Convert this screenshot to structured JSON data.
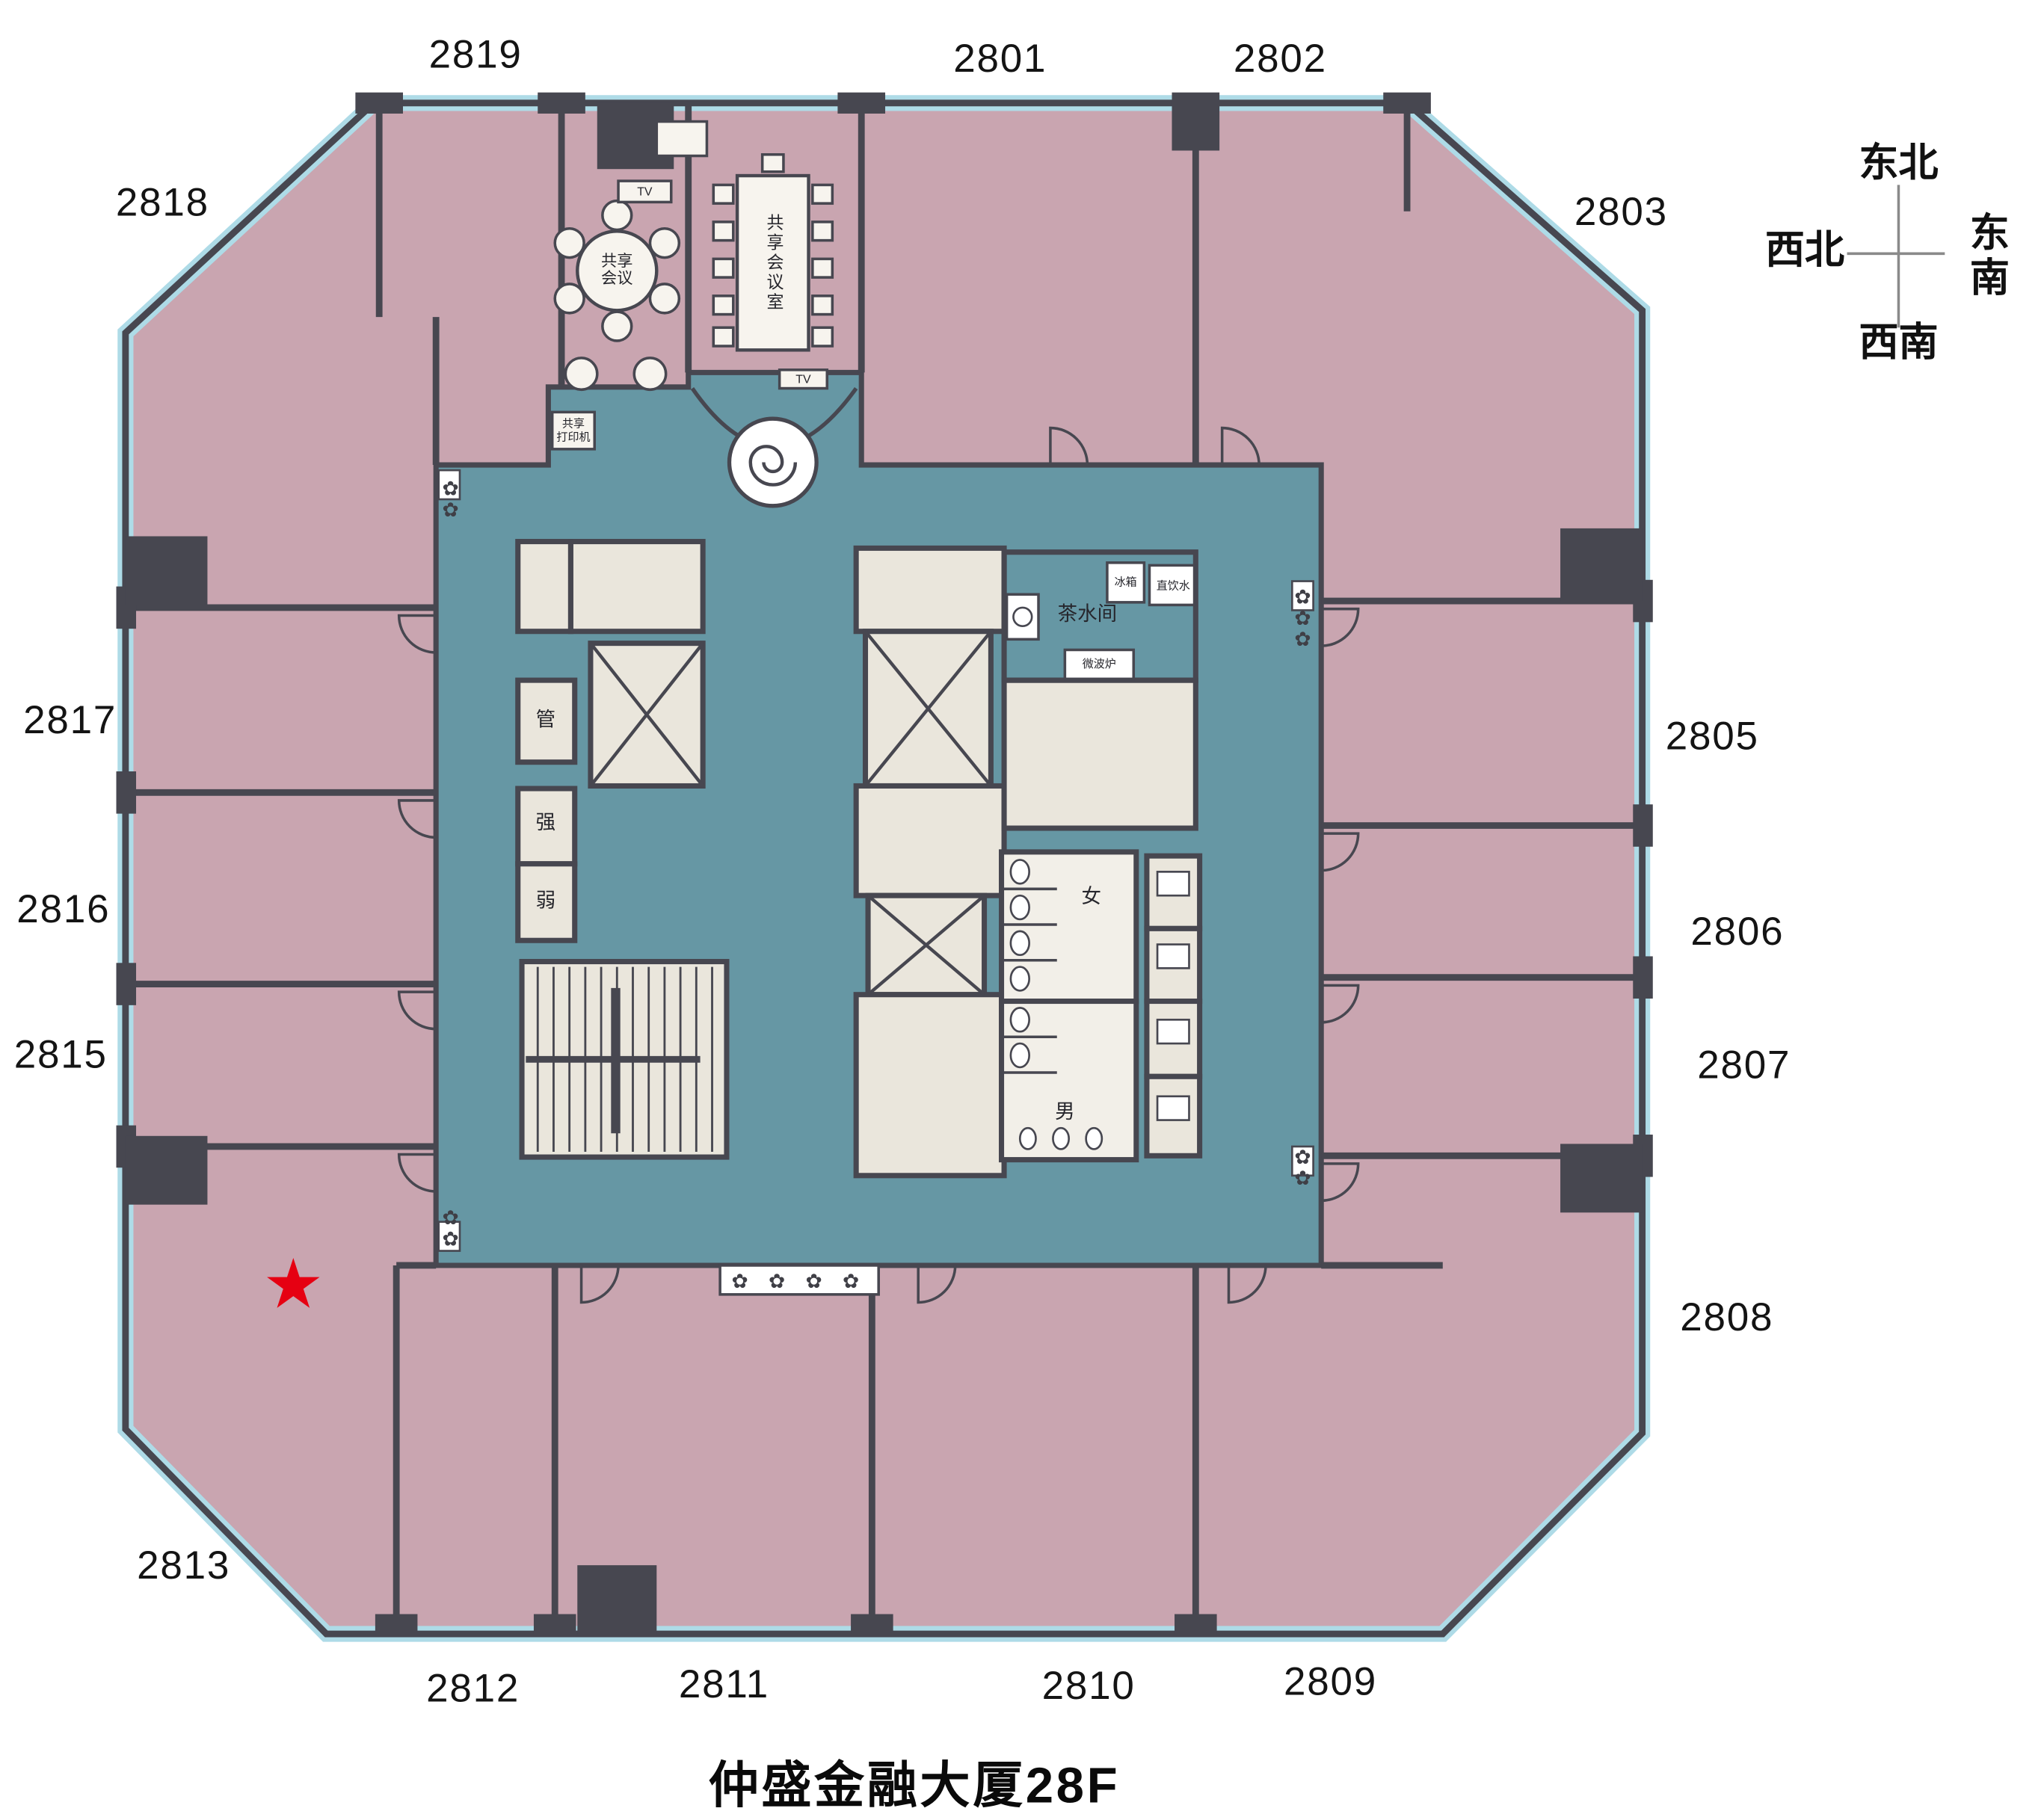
{
  "title": "仲盛金融大厦28F",
  "compass": {
    "top": "东北",
    "left": "西北",
    "right": "东南",
    "bottom": "西南"
  },
  "rooms": {
    "r2801": "2801",
    "r2802": "2802",
    "r2803": "2803",
    "r2805": "2805",
    "r2806": "2806",
    "r2807": "2807",
    "r2808": "2808",
    "r2809": "2809",
    "r2810": "2810",
    "r2811": "2811",
    "r2812": "2812",
    "r2813": "2813",
    "r2815": "2815",
    "r2816": "2816",
    "r2817": "2817",
    "r2818": "2818",
    "r2819": "2819"
  },
  "labels": {
    "shared_meeting": "共享\n会议",
    "shared_meeting_room": "共享会议室",
    "tv": "TV",
    "shared_printer": "共享\n打印机",
    "pantry": "茶水间",
    "fridge": "冰箱",
    "drinking_water": "直饮水",
    "microwave": "微波炉",
    "duct_shaft": "管",
    "strong_power": "强",
    "weak_power": "弱",
    "womens_room": "女",
    "mens_room": "男"
  },
  "icons": {
    "star": "★",
    "flower": "✿"
  },
  "colors": {
    "room_fill": "#c9a5b0",
    "corridor_fill": "#6697a4",
    "wall": "#474750",
    "core_fill": "#eae6dc",
    "glass": "#aedbe7",
    "star_red": "#e60012"
  }
}
